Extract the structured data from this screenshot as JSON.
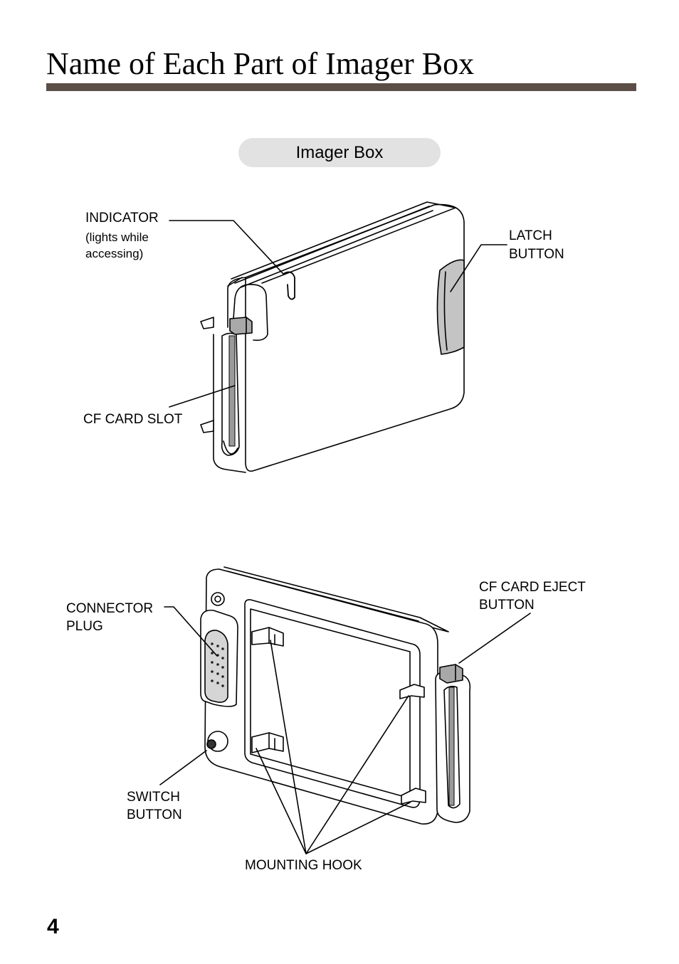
{
  "page": {
    "title": "Name of Each Part of Imager Box",
    "section_pill": "Imager Box",
    "page_number": "4"
  },
  "labels": {
    "indicator": "INDICATOR",
    "indicator_note_1": "(lights while",
    "indicator_note_2": "accessing)",
    "latch_1": "LATCH",
    "latch_2": "BUTTON",
    "cf_slot": "CF CARD SLOT",
    "connector_1": "CONNECTOR",
    "connector_2": "PLUG",
    "cf_eject_1": "CF CARD EJECT",
    "cf_eject_2": "BUTTON",
    "switch_1": "SWITCH",
    "switch_2": "BUTTON",
    "mounting_hook": "MOUNTING HOOK"
  }
}
